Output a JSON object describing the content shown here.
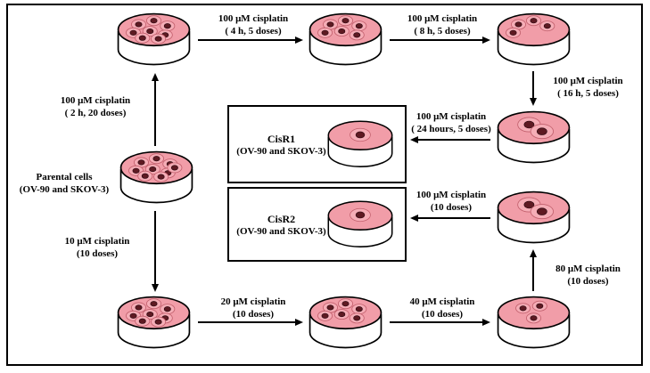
{
  "parental": {
    "line1": "Parental cells",
    "line2": "(OV-90 and SKOV-3)"
  },
  "boxes": {
    "cisr1": {
      "title": "CisR1",
      "subtitle": "(OV-90 and SKOV-3)"
    },
    "cisr2": {
      "title": "CisR2",
      "subtitle": "(OV-90 and SKOV-3)"
    }
  },
  "labels": {
    "l4h": {
      "line1": "100 μM cisplatin",
      "line2": "( 4 h, 5 doses)"
    },
    "l8h": {
      "line1": "100 μM cisplatin",
      "line2": "( 8 h, 5 doses)"
    },
    "l16h": {
      "line1": "100 μM cisplatin",
      "line2": "( 16 h, 5 doses)"
    },
    "l24h": {
      "line1": "100 μM cisplatin",
      "line2": "( 24 hours, 5 doses)"
    },
    "l2h": {
      "line1": "100 μM cisplatin",
      "line2": "( 2 h, 20 doses)"
    },
    "l10": {
      "line1": "10 μM cisplatin",
      "line2": "(10 doses)"
    },
    "l20": {
      "line1": "20 μM cisplatin",
      "line2": "(10 doses)"
    },
    "l40": {
      "line1": "40 μM cisplatin",
      "line2": "(10 doses)"
    },
    "l80": {
      "line1": "80 μM cisplatin",
      "line2": "(10 doses)"
    },
    "l100": {
      "line1": "100 μM cisplatin",
      "line2": "(10 doses)"
    }
  },
  "colors": {
    "dish_fill": "#f19da8",
    "cell_halo_fill": "#f5adb6",
    "cell_halo_stroke": "#c2606d",
    "nucleus_fill": "#5e1a22",
    "nucleus_stroke": "#2e0a12",
    "line": "#000000"
  }
}
